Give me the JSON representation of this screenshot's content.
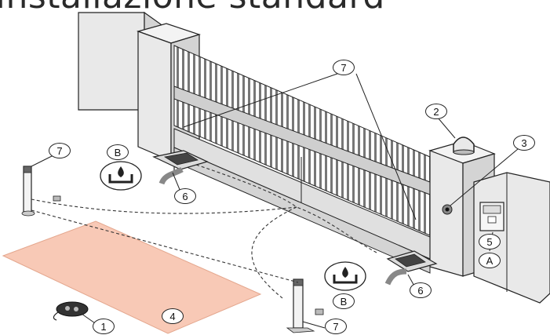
{
  "title": "Installazione standard",
  "callouts": {
    "c7_top": "7",
    "c2": "2",
    "c3": "3",
    "c7_left": "7",
    "cB_left": "B",
    "c6_left": "6",
    "c5": "5",
    "c_a": "A",
    "cB_right": "B",
    "c6_right": "6",
    "c1": "1",
    "c4": "4",
    "c7_bottom": "7"
  },
  "colors": {
    "line": "#222222",
    "wall_front": "#e9e9e9",
    "wall_side": "#d4d4d4",
    "gate_bar": "#cfcfcf",
    "floor_area": "#f8c9b6",
    "light_cap": "#e9e9e9"
  },
  "icons": [
    "flashing-light-icon",
    "photocell-icon",
    "keypad-icon",
    "remote-control-icon",
    "oil-tank-icon",
    "hydraulic-motor-icon"
  ]
}
